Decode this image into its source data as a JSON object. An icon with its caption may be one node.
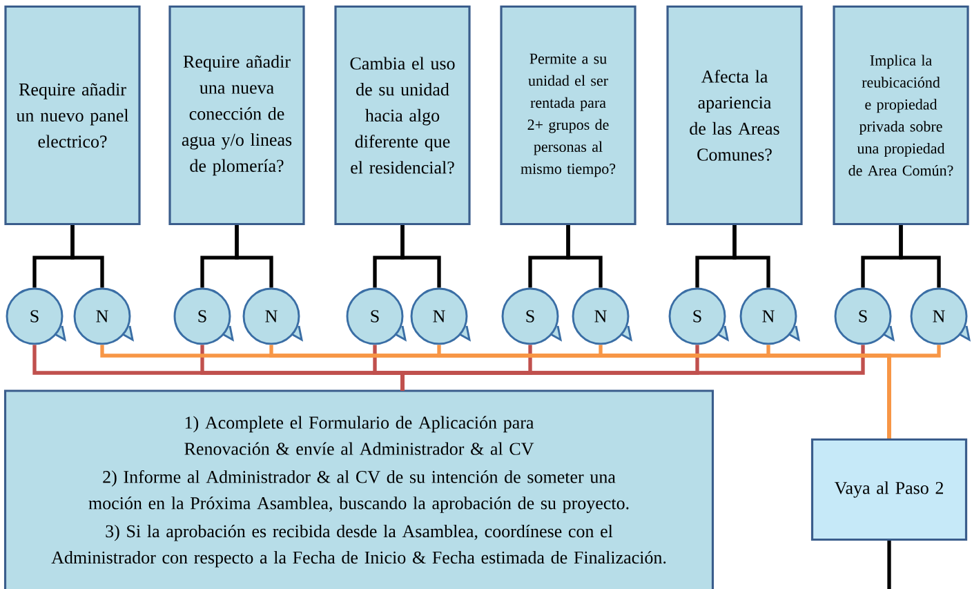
{
  "diagram": {
    "nodes": [
      {
        "text": [
          "Require añadir un nuevo panel electrico?"
        ]
      },
      {
        "text": [
          "Require añadir una nueva conección de agua y/o lineas de plomería?"
        ]
      },
      {
        "text": [
          "Cambia el uso de su unidad hacia algo diferente que el residencial?"
        ]
      },
      {
        "text": [
          "Permite a su unidad el ser rentada para 2+ grupos de personas al mismo tiempo?"
        ]
      },
      {
        "text": [
          "Afecta la apariencia de las Areas Comunes?"
        ]
      },
      {
        "text": [
          "Implica la reubicaciónd e propiedad privada sobre una propiedad de Area Común?"
        ]
      },
      {
        "text": [
          "S"
        ]
      },
      {
        "text": [
          "N"
        ]
      },
      {
        "text": [
          "S"
        ]
      },
      {
        "text": [
          "N"
        ]
      },
      {
        "text": [
          "S"
        ]
      },
      {
        "text": [
          "N"
        ]
      },
      {
        "text": [
          "S"
        ]
      },
      {
        "text": [
          "N"
        ]
      },
      {
        "text": [
          "S"
        ]
      },
      {
        "text": [
          "N"
        ]
      },
      {
        "text": [
          "S"
        ]
      },
      {
        "text": [
          "N"
        ]
      },
      {
        "text": [
          "1)   Acomplete el Formulario de Aplicación para Renovación & envíe al Administrador & al CV",
          "2)   Informe al Administrador & al CV de su intención de someter una moción en la Próxima Asamblea, buscando la aprobación de su proyecto.",
          "3)   Si la aprobación es recibida desde la Asamblea, coordínese con el Administrador con respecto a la Fecha de Inicio & Fecha estimada de Finalización."
        ]
      },
      {
        "text": [
          "Vaya al Paso 2"
        ]
      }
    ],
    "edges": [
      {
        "from": 0,
        "to": 6,
        "arrow": "none"
      },
      {
        "from": 0,
        "to": 7,
        "arrow": "none"
      },
      {
        "from": 1,
        "to": 8,
        "arrow": "none"
      },
      {
        "from": 1,
        "to": 9,
        "arrow": "none"
      },
      {
        "from": 2,
        "to": 10,
        "arrow": "none"
      },
      {
        "from": 2,
        "to": 11,
        "arrow": "none"
      },
      {
        "from": 3,
        "to": 12,
        "arrow": "none"
      },
      {
        "from": 3,
        "to": 13,
        "arrow": "none"
      },
      {
        "from": 4,
        "to": 14,
        "arrow": "none"
      },
      {
        "from": 4,
        "to": 15,
        "arrow": "none"
      },
      {
        "from": 5,
        "to": 16,
        "arrow": "none"
      },
      {
        "from": 5,
        "to": 17,
        "arrow": "none"
      },
      {
        "from": 6,
        "to": 18,
        "arrow": "none",
        "color": "#c0504d"
      },
      {
        "from": 8,
        "to": 18,
        "arrow": "none",
        "color": "#c0504d"
      },
      {
        "from": 10,
        "to": 18,
        "arrow": "none",
        "color": "#c0504d"
      },
      {
        "from": 12,
        "to": 18,
        "arrow": "none",
        "color": "#c0504d"
      },
      {
        "from": 14,
        "to": 18,
        "arrow": "none",
        "color": "#c0504d"
      },
      {
        "from": 16,
        "to": 18,
        "arrow": "none",
        "color": "#c0504d"
      },
      {
        "from": 7,
        "to": 19,
        "arrow": "none",
        "color": "#f79646"
      },
      {
        "from": 9,
        "to": 19,
        "arrow": "none",
        "color": "#f79646"
      },
      {
        "from": 11,
        "to": 19,
        "arrow": "none",
        "color": "#f79646"
      },
      {
        "from": 13,
        "to": 19,
        "arrow": "none",
        "color": "#f79646"
      },
      {
        "from": 15,
        "to": 19,
        "arrow": "none",
        "color": "#f79646"
      },
      {
        "from": 17,
        "to": 19,
        "arrow": "none",
        "color": "#f79646"
      },
      {
        "from": 19,
        "to": null,
        "arrow": "none"
      }
    ]
  }
}
